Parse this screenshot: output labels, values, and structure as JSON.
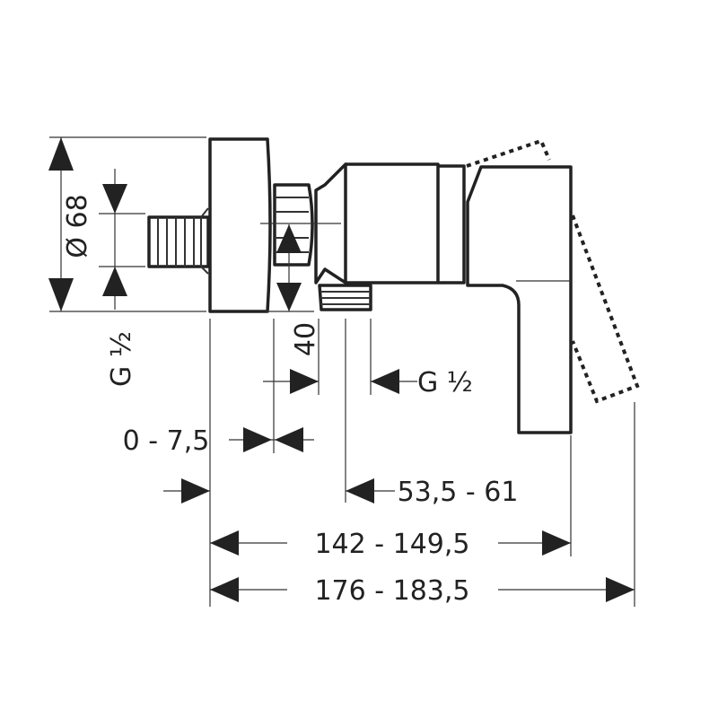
{
  "drawing": {
    "title": "Shower mixer dimension drawing",
    "dimensions": {
      "diameter": "Ø 68",
      "inlet_thread": "G ½",
      "depth": "40",
      "outlet_thread": "G ½",
      "wall_offset": "0 - 7,5",
      "outlet_to_lever": "53,5 - 61",
      "total_depth_lever": "142 - 149,5",
      "total_depth_rotated": "176 - 183,5"
    },
    "colors": {
      "line": "#222222",
      "background": "#ffffff"
    }
  }
}
